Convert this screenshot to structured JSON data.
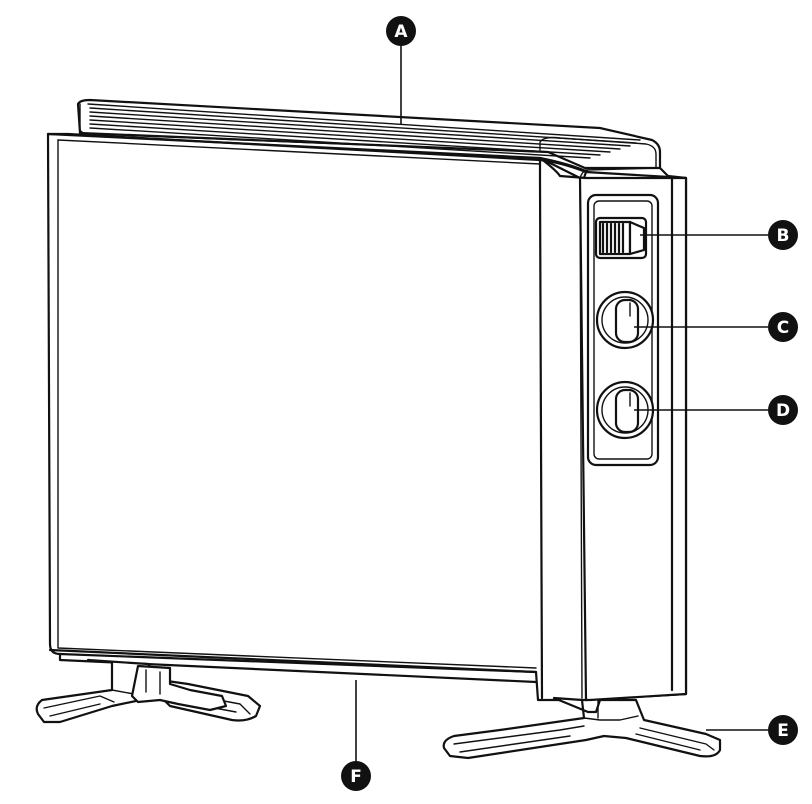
{
  "callouts": {
    "a": "A",
    "b": "B",
    "c": "C",
    "d": "D",
    "e": "E",
    "f": "F"
  },
  "colors": {
    "line": "#111111",
    "background": "#ffffff"
  }
}
